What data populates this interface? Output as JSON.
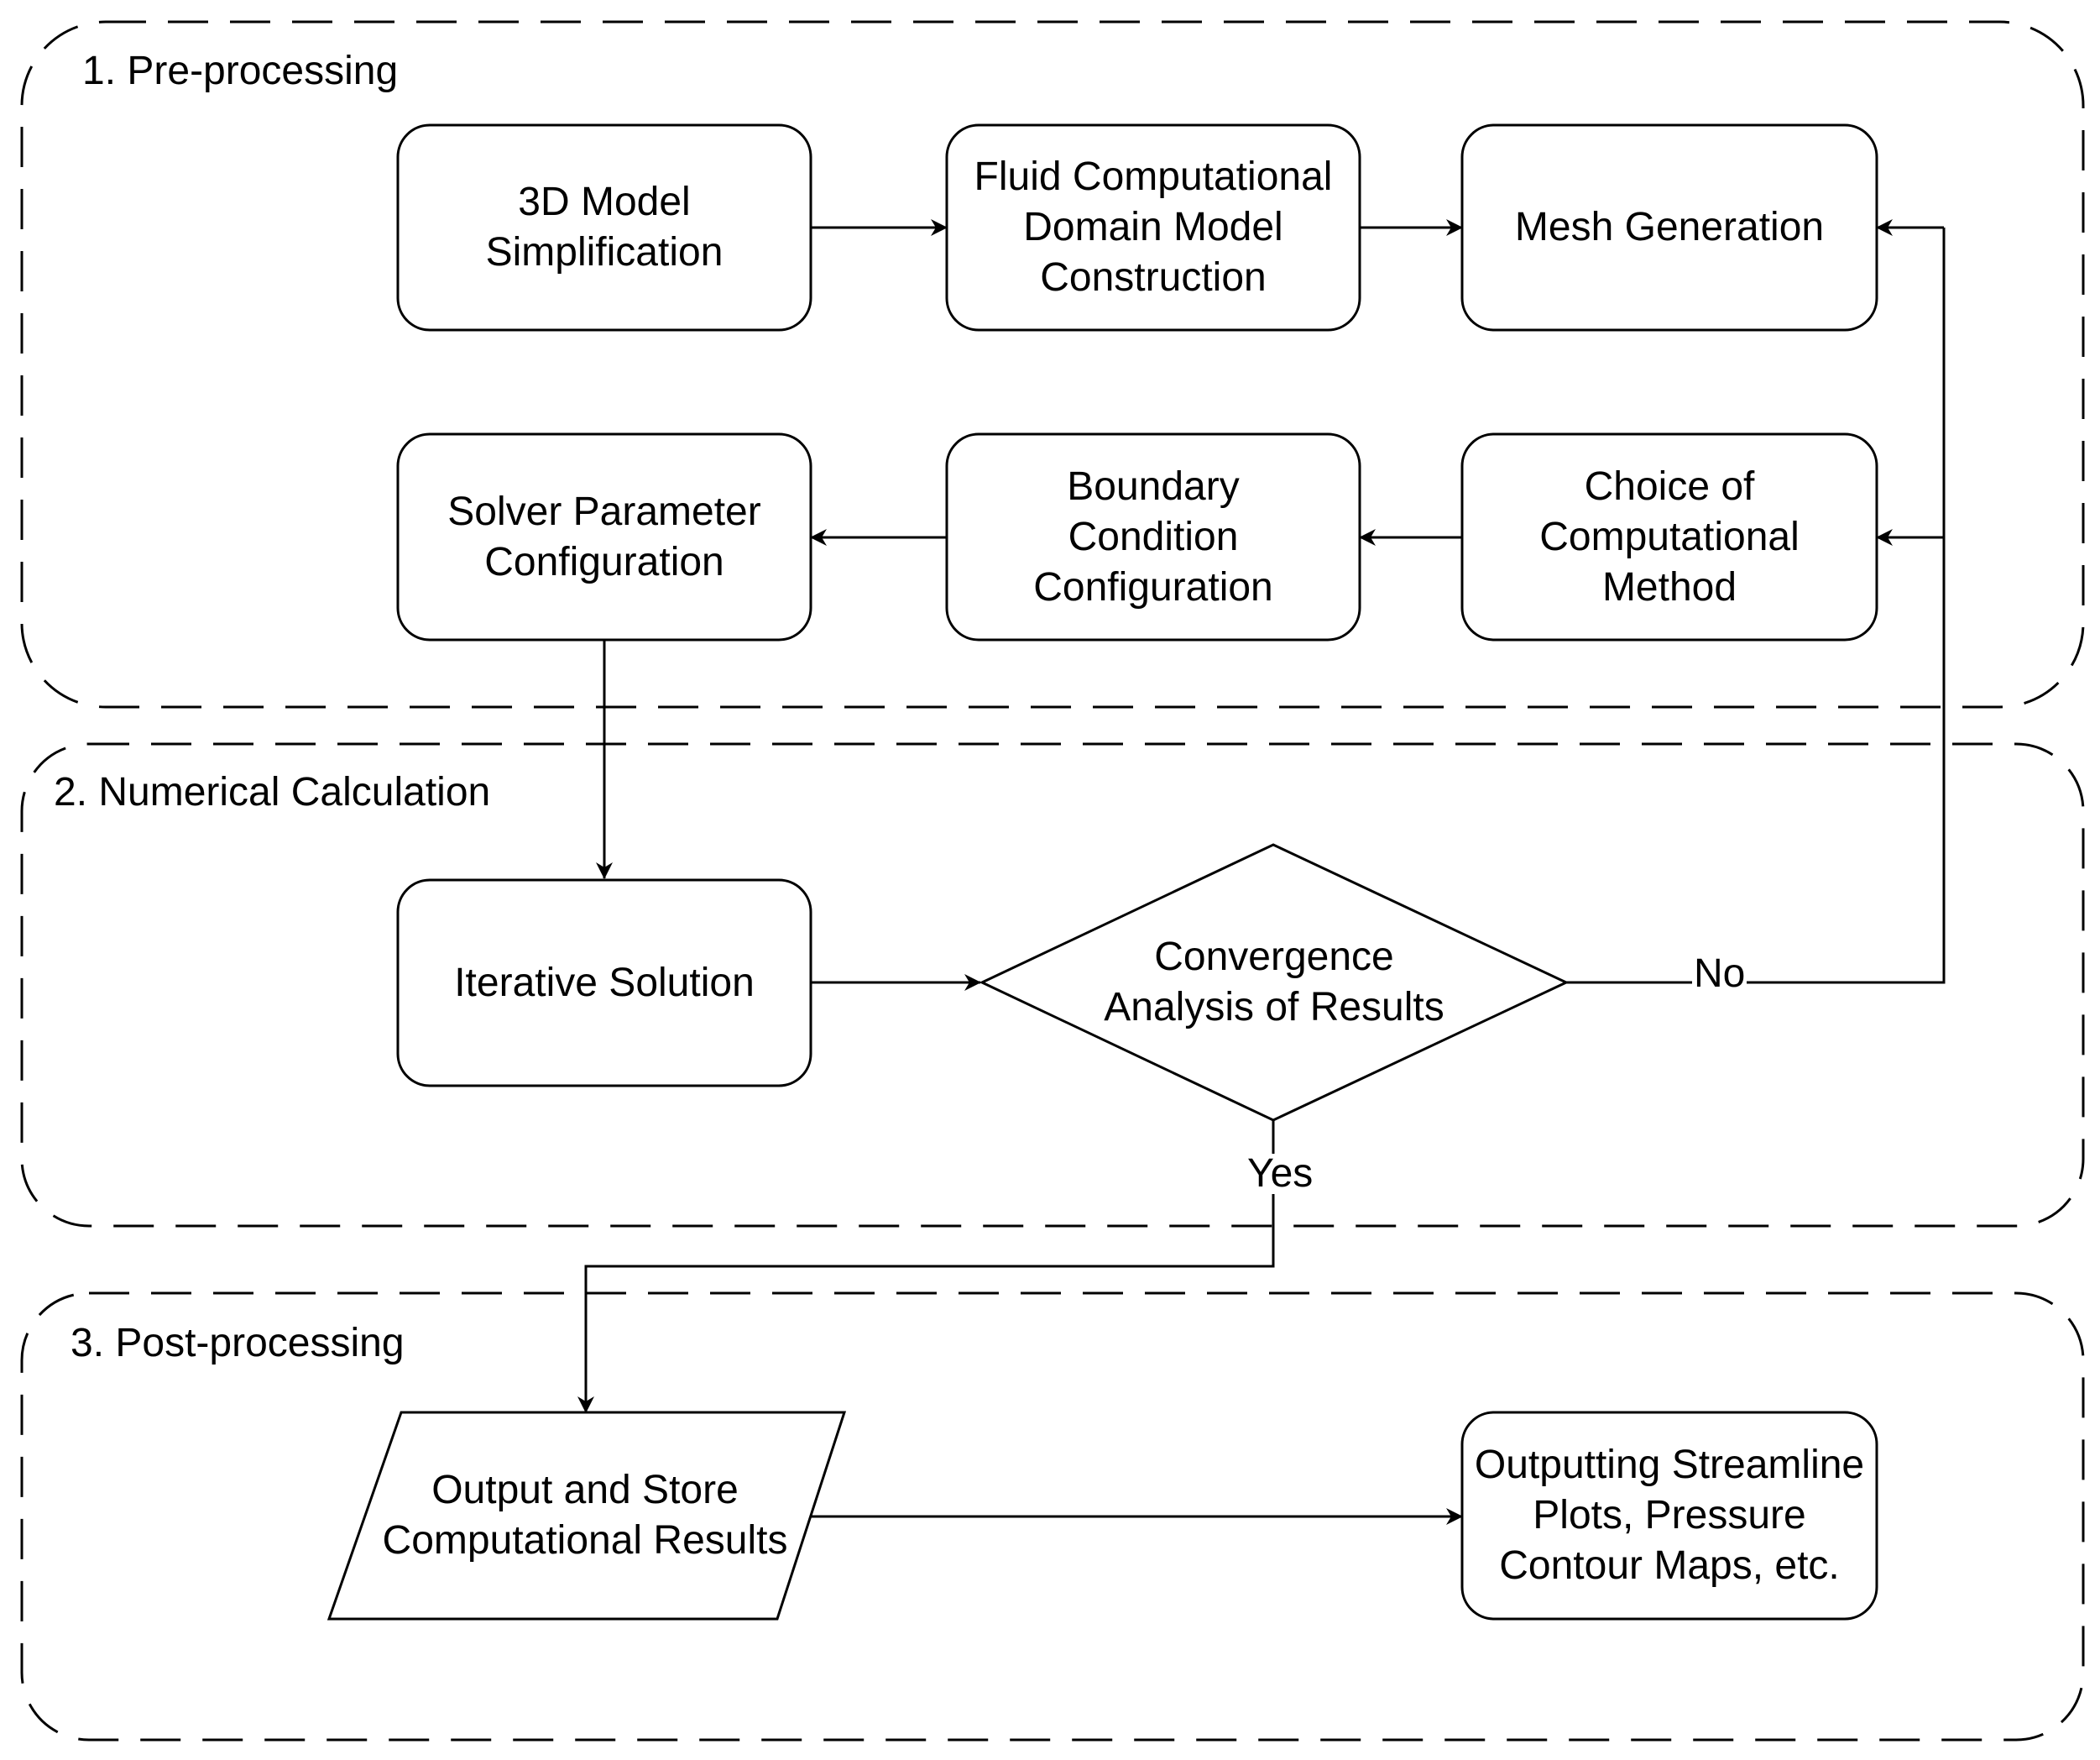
{
  "groups": {
    "preprocessing": "1. Pre-processing",
    "numerical": "2. Numerical Calculation",
    "postprocessing": "3. Post-processing"
  },
  "nodes": {
    "model_simplification": "3D Model\nSimplification",
    "fluid_domain": "Fluid Computational\nDomain Model\nConstruction",
    "mesh_generation": "Mesh Generation",
    "solver_config": "Solver Parameter\nConfiguration",
    "boundary_config": "Boundary\nCondition\nConfiguration",
    "method_choice": "Choice of\nComputational\nMethod",
    "iterative_solution": "Iterative Solution",
    "convergence": "Convergence\nAnalysis of Results",
    "output_store": "Output and Store\nComputational Results",
    "outputting_plots": "Outputting Streamline\nPlots, Pressure\nContour Maps, etc."
  },
  "edges": {
    "no_label": "No",
    "yes_label": "Yes"
  },
  "colors": {
    "stroke": "#000000",
    "fill": "#ffffff"
  }
}
